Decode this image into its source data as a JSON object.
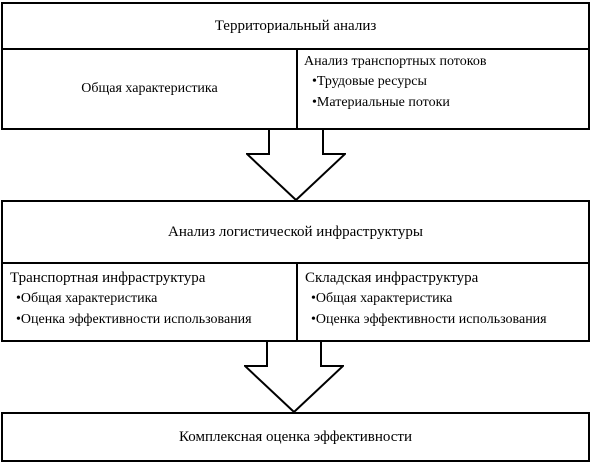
{
  "territorial": {
    "title": "Территориальный анализ",
    "general": "Общая характеристика",
    "transport_flows": {
      "title": "Анализ транспортных потоков",
      "items": [
        "•Трудовые ресурсы",
        "•Материальные потоки"
      ]
    }
  },
  "logistics": {
    "title": "Анализ логистической инфраструктуры",
    "transport": {
      "title": "Транспортная инфраструктура",
      "items": [
        "•Общая характеристика",
        "•Оценка эффективности использования"
      ]
    },
    "warehouse": {
      "title": "Складская инфраструктура",
      "items": [
        "•Общая характеристика",
        "•Оценка эффективности использования"
      ]
    }
  },
  "result": {
    "title": "Комплексная оценка эффективности"
  }
}
